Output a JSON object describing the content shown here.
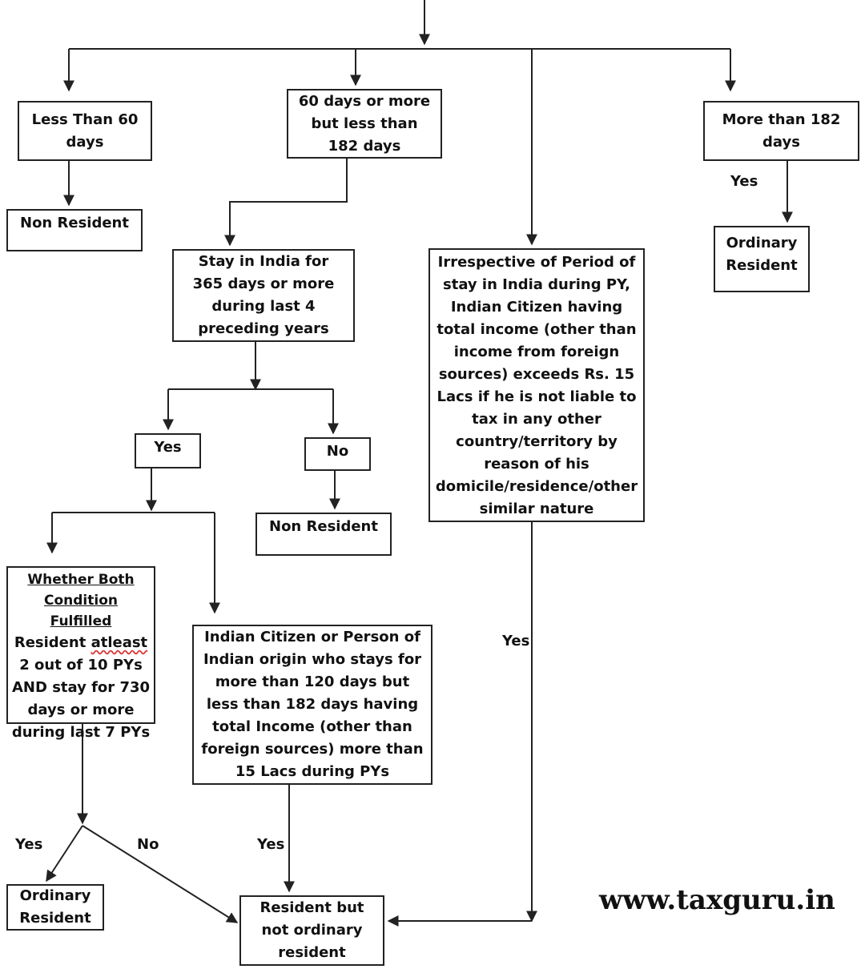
{
  "nodes": {
    "less_60": "Less Than 60 days",
    "between_60_182": "60 days or more but less than 182 days",
    "more_182": "More than 182 days",
    "non_resident_1": "Non Resident",
    "stay_365": "Stay in India for 365 days or more during last 4 preceding years",
    "irrespective": "Irrespective of Period of stay in India during PY, Indian Citizen having total income (other than income from foreign sources) exceeds Rs. 15 Lacs if he is not liable to tax in any other country/territory by reason of his domicile/residence/other similar nature",
    "ordinary_resident_1": "Ordinary Resident",
    "yes_box": "Yes",
    "no_box": "No",
    "non_resident_2": "Non Resident",
    "both_condition": {
      "heading_line1": "Whether Both",
      "heading_line2": "Condition Fulfilled",
      "body_pre": "Resident ",
      "body_wavy": "atleast",
      "body_post": " 2 out of 10 PYs AND stay for 730 days or more during last 7 PYs"
    },
    "indian_citizen_120": "Indian Citizen or Person of Indian origin who stays for more than 120 days but less than 182 days having total Income (other than foreign sources) more than 15 Lacs during PYs",
    "ordinary_resident_2": "Ordinary Resident",
    "rnor": "Resident but not ordinary resident"
  },
  "edge_labels": {
    "yes_more_182": "Yes",
    "yes_irrespective": "Yes",
    "yes_both": "Yes",
    "no_both": "No",
    "yes_citizen": "Yes"
  },
  "watermark": "www.taxguru.in",
  "colors": {
    "line": "#222222",
    "text": "#111111",
    "background": "#ffffff"
  }
}
